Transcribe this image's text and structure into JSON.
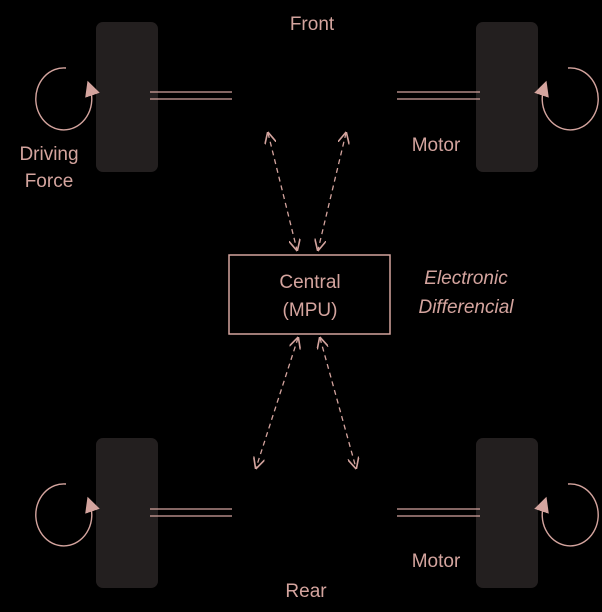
{
  "labels": {
    "front": "Front",
    "rear": "Rear",
    "driving_force_line1": "Driving",
    "driving_force_line2": "Force",
    "motor_front": "Motor",
    "motor_rear": "Motor",
    "central_line1": "Central",
    "central_line2": "(MPU)",
    "electronic_differential_line1": "Electronic",
    "electronic_differential_line2": "Differencial"
  },
  "colors": {
    "background": "#000000",
    "wheel_fill": "#231f1f",
    "line_color": "#d4a49e",
    "text_color": "#d4a49e"
  }
}
